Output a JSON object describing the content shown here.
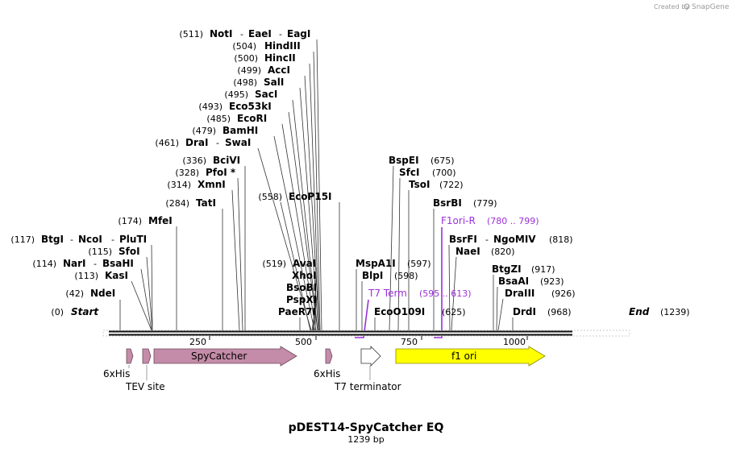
{
  "plasmid": {
    "name": "pDEST14-SpyCatcher EQ",
    "length_label": "1239 bp",
    "length": 1239,
    "credit_text": "Created by",
    "credit_brand": "SnapGene"
  },
  "ticks": [
    "250",
    "500",
    "750",
    "1000"
  ],
  "ends": {
    "start": {
      "label": "Start",
      "pos": "(0)"
    },
    "end": {
      "label": "End",
      "pos": "(1239)"
    }
  },
  "left_sites": [
    {
      "pos": "(511)",
      "names": [
        "NotI",
        "EaeI",
        "EagI"
      ]
    },
    {
      "pos": "(504)",
      "names": [
        "HindIII"
      ]
    },
    {
      "pos": "(500)",
      "names": [
        "HincII"
      ]
    },
    {
      "pos": "(499)",
      "names": [
        "AccI"
      ]
    },
    {
      "pos": "(498)",
      "names": [
        "SalI"
      ]
    },
    {
      "pos": "(495)",
      "names": [
        "SacI"
      ]
    },
    {
      "pos": "(493)",
      "names": [
        "Eco53kI"
      ]
    },
    {
      "pos": "(485)",
      "names": [
        "EcoRI"
      ]
    },
    {
      "pos": "(479)",
      "names": [
        "BamHI"
      ]
    },
    {
      "pos": "(461)",
      "names": [
        "DraI",
        "SwaI"
      ]
    },
    {
      "pos": "(336)",
      "names": [
        "BciVI"
      ]
    },
    {
      "pos": "(328)",
      "names": [
        "PfoI *"
      ]
    },
    {
      "pos": "(314)",
      "names": [
        "XmnI"
      ]
    },
    {
      "pos": "(284)",
      "names": [
        "TatI"
      ]
    },
    {
      "pos": "(174)",
      "names": [
        "MfeI"
      ]
    },
    {
      "pos": "(117)",
      "names": [
        "BtgI",
        "NcoI",
        "PluTI"
      ]
    },
    {
      "pos": "(115)",
      "names": [
        "SfoI"
      ]
    },
    {
      "pos": "(114)",
      "names": [
        "NarI",
        "BsaHI"
      ]
    },
    {
      "pos": "(113)",
      "names": [
        "KasI"
      ]
    },
    {
      "pos": "(42)",
      "names": [
        "NdeI"
      ]
    },
    {
      "pos": "(558)",
      "names": [
        "EcoP15I"
      ]
    },
    {
      "pos": "(519)",
      "names": [
        "AvaI"
      ]
    },
    {
      "pos": "",
      "names": [
        "XhoI"
      ]
    },
    {
      "pos": "",
      "names": [
        "BsoBI"
      ]
    },
    {
      "pos": "",
      "names": [
        "PspXI"
      ]
    },
    {
      "pos": "",
      "names": [
        "PaeR7I"
      ]
    }
  ],
  "right_sites": [
    {
      "pos": "(675)",
      "names": [
        "BspEI"
      ]
    },
    {
      "pos": "(700)",
      "names": [
        "SfcI"
      ]
    },
    {
      "pos": "(722)",
      "names": [
        "TsoI"
      ]
    },
    {
      "pos": "(779)",
      "names": [
        "BsrBI"
      ]
    },
    {
      "pos": "(818)",
      "names": [
        "BsrFI",
        "NgoMIV"
      ]
    },
    {
      "pos": "(820)",
      "names": [
        "NaeI"
      ]
    },
    {
      "pos": "(597)",
      "names": [
        "MspA1I"
      ]
    },
    {
      "pos": "(598)",
      "names": [
        "BlpI"
      ]
    },
    {
      "pos": "(625)",
      "names": [
        "EcoO109I"
      ]
    },
    {
      "pos": "(917)",
      "names": [
        "BtgZI"
      ]
    },
    {
      "pos": "(923)",
      "names": [
        "BsaAI"
      ]
    },
    {
      "pos": "(926)",
      "names": [
        "DraIII"
      ]
    },
    {
      "pos": "(968)",
      "names": [
        "DrdI"
      ]
    }
  ],
  "primers": [
    {
      "name": "F1ori-R",
      "range": "(780 .. 799)"
    },
    {
      "name": "T7 Term",
      "range": "(595 .. 613)"
    }
  ],
  "features": [
    {
      "name": "6xHis",
      "label": "6xHis"
    },
    {
      "name": "TEV site",
      "label": "TEV site"
    },
    {
      "name": "SpyCatcher",
      "label": "SpyCatcher"
    },
    {
      "name": "6xHis",
      "label": "6xHis"
    },
    {
      "name": "T7 terminator",
      "label": "T7 terminator"
    },
    {
      "name": "f1 ori",
      "label": "f1 ori"
    }
  ],
  "colors": {
    "backbone": "#111111",
    "spycatcher": "#c48ca8",
    "his": "#c48ca8",
    "f1ori": "#ffff00",
    "primer": "#9b30d9"
  }
}
